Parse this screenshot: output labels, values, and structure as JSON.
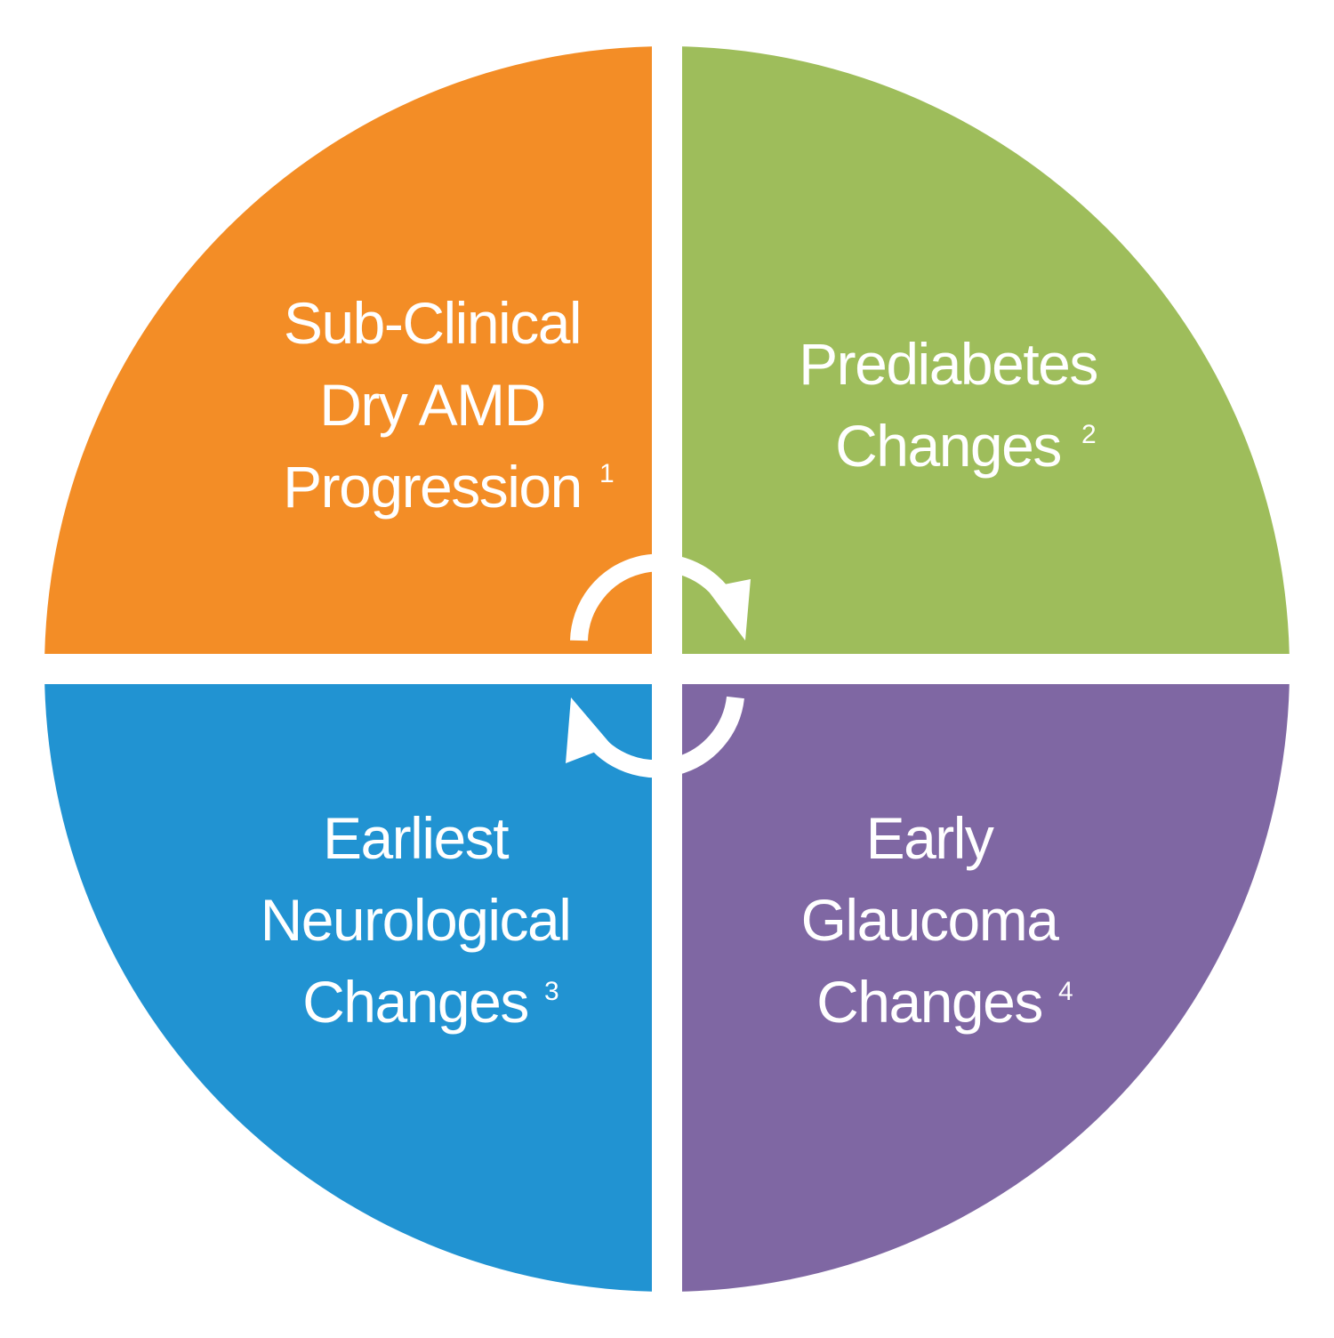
{
  "colors": {
    "background": "#ffffff",
    "separator": "#ffffff",
    "arrow": "#ffffff",
    "text": "#ffffff"
  },
  "quadrants": [
    {
      "id": "top-left",
      "color": "#f38d26",
      "lines": [
        "Sub-Clinical",
        "Dry AMD",
        "Progression"
      ],
      "footnote": "1"
    },
    {
      "id": "top-right",
      "color": "#9ebd5b",
      "lines": [
        "Prediabetes",
        "Changes"
      ],
      "footnote": "2"
    },
    {
      "id": "bottom-left",
      "color": "#2193d2",
      "lines": [
        "Earliest",
        "Neurological",
        "Changes"
      ],
      "footnote": "3"
    },
    {
      "id": "bottom-right",
      "color": "#7f67a3",
      "lines": [
        "Early",
        "Glaucoma",
        "Changes"
      ],
      "footnote": "4"
    }
  ],
  "cycle": {
    "icon": "circular-arrows-icon",
    "direction": "clockwise"
  }
}
